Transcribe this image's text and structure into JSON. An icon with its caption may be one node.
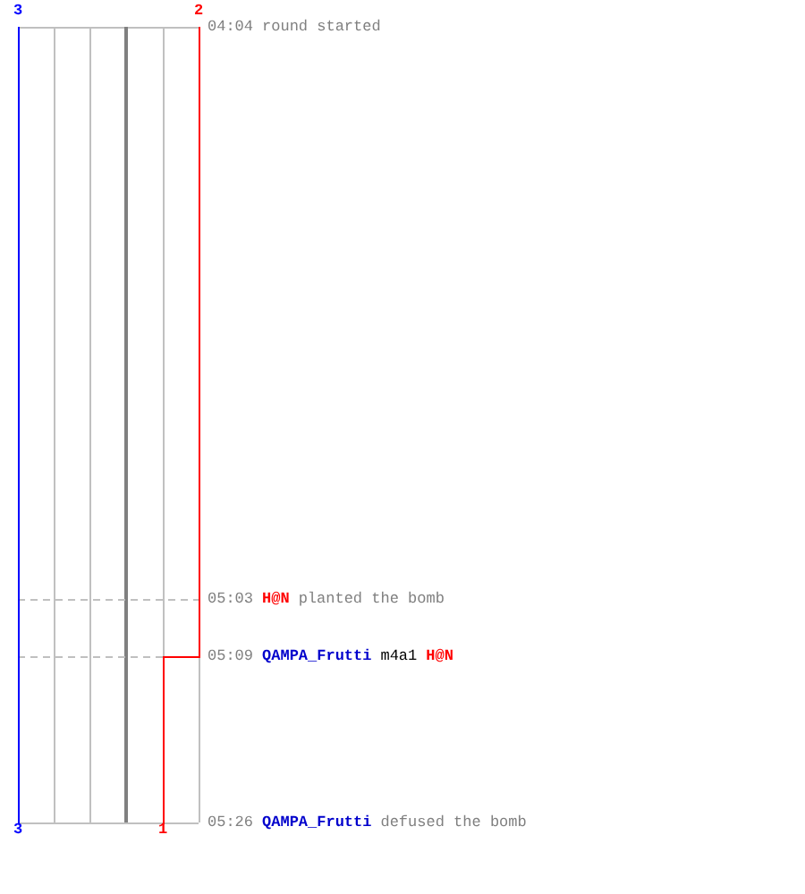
{
  "diagram": {
    "labels": [
      "3",
      "2",
      "04:04",
      "round started",
      "05:03",
      "H@N",
      "planted the bomb",
      "05:09",
      "QAMPA_Frutti",
      "m4a1",
      "H@N",
      "05:26",
      "QAMPA_Frutti",
      "defused the bomb",
      "3",
      "1"
    ]
  }
}
